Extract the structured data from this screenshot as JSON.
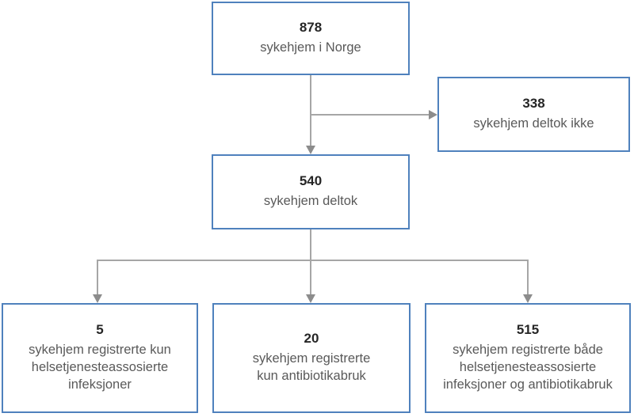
{
  "diagram": {
    "type": "flowchart",
    "language": "Norwegian",
    "colors": {
      "box_border": "#4f81bd",
      "box_fill": "#ffffff",
      "number_text": "#262626",
      "label_text": "#595959",
      "connector_line": "#a6a6a6",
      "arrowhead": "#8c8c8c",
      "background": "#ffffff"
    },
    "boxes": {
      "total": {
        "number": "878",
        "label": "sykehjem i Norge"
      },
      "not_participating": {
        "number": "338",
        "label": "sykehjem deltok ikke"
      },
      "participating": {
        "number": "540",
        "label": "sykehjem deltok"
      },
      "only_infections": {
        "number": "5",
        "label": [
          "sykehjem registrerte kun",
          "helsetjenesteassosierte",
          "infeksjoner"
        ]
      },
      "only_antibiotics": {
        "number": "20",
        "label": [
          "sykehjem registrerte",
          "kun antibiotikabruk"
        ]
      },
      "both": {
        "number": "515",
        "label": [
          "sykehjem registrerte både",
          "helsetjenesteassosierte",
          "infeksjoner og antibiotikabruk"
        ]
      }
    }
  }
}
